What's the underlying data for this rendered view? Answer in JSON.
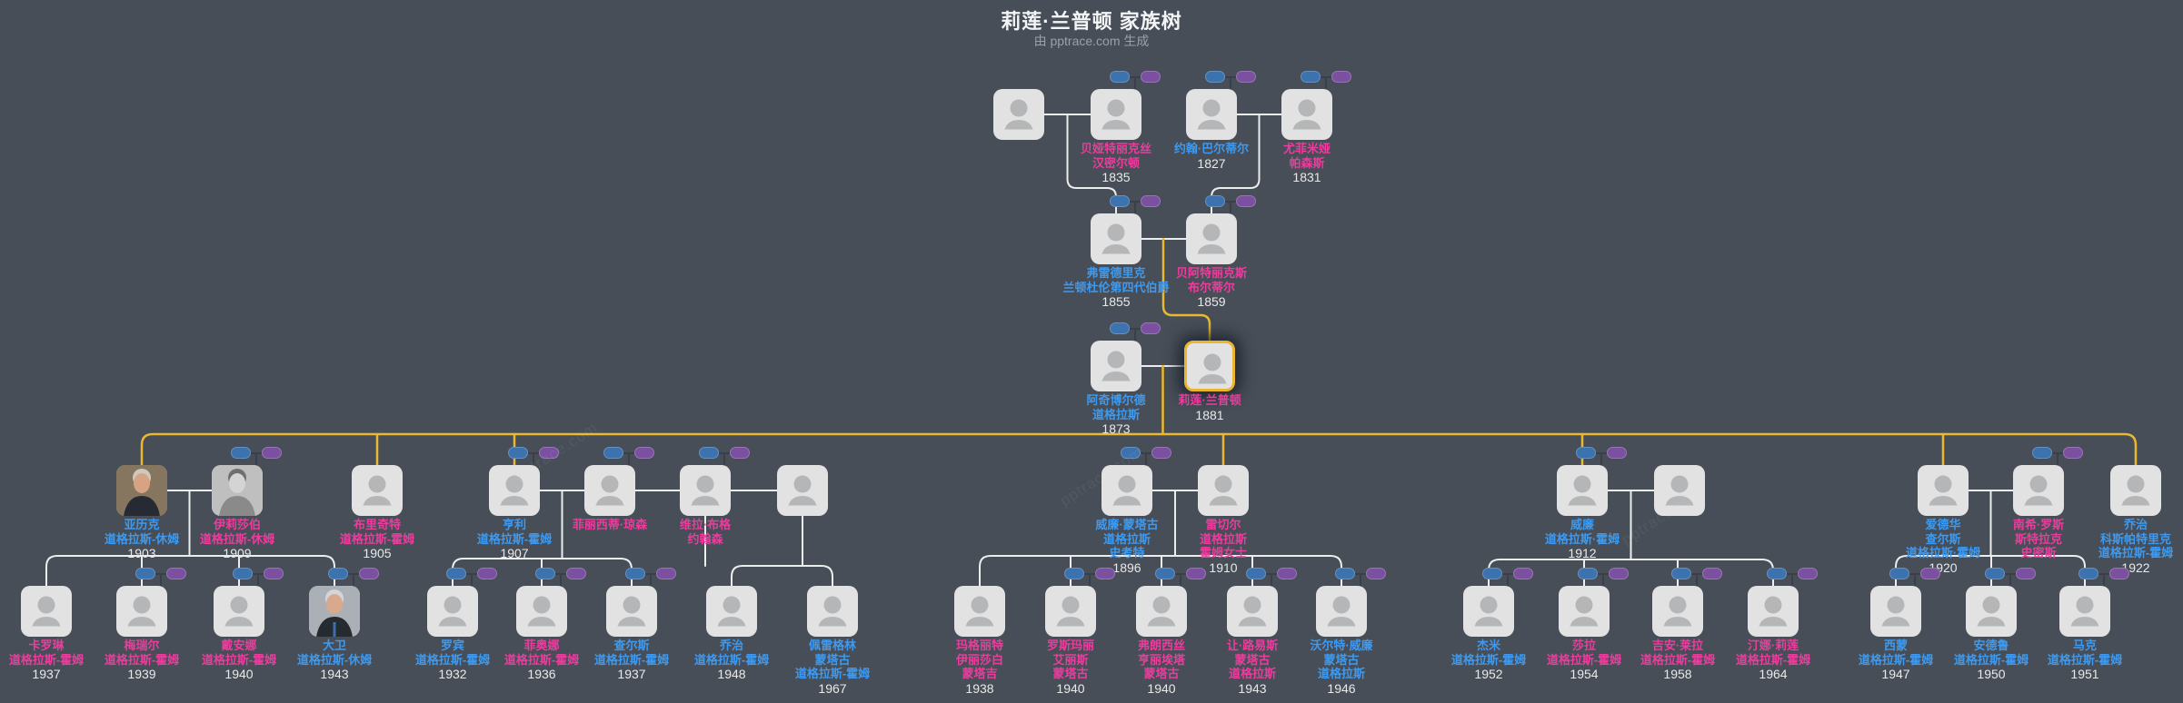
{
  "title": "莉莲·兰普顿 家族树",
  "subtitle": "由 pptrace.com 生成",
  "watermark": "pptrace.com",
  "colors": {
    "background": "#474e57",
    "male_name": "#3d9af0",
    "female_name": "#ea3d9d",
    "year_text": "#e9e9e9",
    "connector_line": "#eceded",
    "lineage_highlight": "#ebb931",
    "root_border": "#ecb52f",
    "father_pill": "#3c72ad",
    "mother_pill": "#7b50a0",
    "person_box": "#e2e2e3"
  },
  "icons": {
    "avatar": "person-silhouette-icon",
    "father_pill": "collapsed-father-pill-icon",
    "mother_pill": "collapsed-mother-pill-icon"
  },
  "tree": {
    "generations": [
      {
        "persons": [
          {
            "id": "g1_spouse",
            "name_lines": [],
            "year": "",
            "gender": "unknown",
            "parents_pills": false,
            "photo": null,
            "root": false
          },
          {
            "id": "beatrix",
            "name_lines": [
              "贝娅特丽克丝",
              "汉密尔顿"
            ],
            "year": "1835",
            "gender": "female",
            "parents_pills": true,
            "photo": null,
            "root": false
          },
          {
            "id": "john",
            "name_lines": [
              "约翰·巴尔蒂尔"
            ],
            "year": "1827",
            "gender": "male",
            "parents_pills": true,
            "photo": null,
            "root": false
          },
          {
            "id": "euphemia",
            "name_lines": [
              "尤菲米娅",
              "帕森斯"
            ],
            "year": "1831",
            "gender": "female",
            "parents_pills": true,
            "photo": null,
            "root": false
          }
        ]
      },
      {
        "persons": [
          {
            "id": "frederick",
            "name_lines": [
              "弗雷德里克",
              "兰顿杜伦第四代伯爵"
            ],
            "year": "1855",
            "gender": "male",
            "parents_pills": true,
            "photo": null,
            "root": false
          },
          {
            "id": "beatrice",
            "name_lines": [
              "贝阿特丽克斯",
              "布尔蒂尔"
            ],
            "year": "1859",
            "gender": "female",
            "parents_pills": true,
            "photo": null,
            "root": false
          }
        ]
      },
      {
        "persons": [
          {
            "id": "archibald",
            "name_lines": [
              "阿奇博尔德",
              "道格拉斯"
            ],
            "year": "1873",
            "gender": "male",
            "parents_pills": true,
            "photo": null,
            "root": false
          },
          {
            "id": "lilian",
            "name_lines": [
              "莉莲·兰普顿"
            ],
            "year": "1881",
            "gender": "female",
            "parents_pills": false,
            "photo": null,
            "root": true
          }
        ]
      },
      {
        "persons": [
          {
            "id": "alec",
            "name_lines": [
              "亚历克",
              "道格拉斯-休姆"
            ],
            "year": "1903",
            "gender": "male",
            "parents_pills": false,
            "photo": "alec",
            "root": false
          },
          {
            "id": "elizabeth",
            "name_lines": [
              "伊莉莎伯",
              "道格拉斯-休姆"
            ],
            "year": "1909",
            "gender": "female",
            "parents_pills": true,
            "photo": "elizabeth",
            "root": false
          },
          {
            "id": "bridget",
            "name_lines": [
              "布里奇特",
              "道格拉斯-霍姆"
            ],
            "year": "1905",
            "gender": "female",
            "parents_pills": false,
            "photo": null,
            "root": false
          },
          {
            "id": "henry",
            "name_lines": [
              "亨利",
              "道格拉斯-霍姆"
            ],
            "year": "1907",
            "gender": "male",
            "parents_pills": true,
            "photo": null,
            "root": false
          },
          {
            "id": "felicity",
            "name_lines": [
              "菲丽西蒂·琼森"
            ],
            "year": "",
            "gender": "female",
            "parents_pills": true,
            "photo": null,
            "root": false
          },
          {
            "id": "vera",
            "name_lines": [
              "维拉·布格",
              "约翰森"
            ],
            "year": "",
            "gender": "female",
            "parents_pills": true,
            "photo": null,
            "root": false
          },
          {
            "id": "g4_spouse2",
            "name_lines": [],
            "year": "",
            "gender": "unknown",
            "parents_pills": false,
            "photo": null,
            "root": false
          },
          {
            "id": "william_m",
            "name_lines": [
              "威廉·蒙塔古",
              "道格拉斯",
              "史考特"
            ],
            "year": "1896",
            "gender": "male",
            "parents_pills": true,
            "photo": null,
            "root": false
          },
          {
            "id": "rachel",
            "name_lines": [
              "雷切尔",
              "道格拉斯",
              "霍姆女士"
            ],
            "year": "1910",
            "gender": "female",
            "parents_pills": false,
            "photo": null,
            "root": false
          },
          {
            "id": "william",
            "name_lines": [
              "威廉",
              "道格拉斯·霍姆"
            ],
            "year": "1912",
            "gender": "male",
            "parents_pills": true,
            "photo": null,
            "root": false
          },
          {
            "id": "g4_spouse3",
            "name_lines": [],
            "year": "",
            "gender": "unknown",
            "parents_pills": false,
            "photo": null,
            "root": false
          },
          {
            "id": "edward",
            "name_lines": [
              "爱德华",
              "查尔斯",
              "道格拉斯·霍姆"
            ],
            "year": "1920",
            "gender": "male",
            "parents_pills": false,
            "photo": null,
            "root": false
          },
          {
            "id": "nancy",
            "name_lines": [
              "南希·罗斯",
              "斯特拉克",
              "史密斯"
            ],
            "year": "",
            "gender": "female",
            "parents_pills": true,
            "photo": null,
            "root": false
          },
          {
            "id": "george22",
            "name_lines": [
              "乔治",
              "科斯帕特里克",
              "道格拉斯-霍姆"
            ],
            "year": "1922",
            "gender": "male",
            "parents_pills": false,
            "photo": null,
            "root": false
          }
        ]
      },
      {
        "persons": [
          {
            "id": "caroline",
            "name_lines": [
              "卡罗琳",
              "道格拉斯-霍姆"
            ],
            "year": "1937",
            "gender": "female",
            "parents_pills": false,
            "photo": null,
            "root": false
          },
          {
            "id": "meriel",
            "name_lines": [
              "梅瑞尔",
              "道格拉斯-霍姆"
            ],
            "year": "1939",
            "gender": "female",
            "parents_pills": true,
            "photo": null,
            "root": false
          },
          {
            "id": "diana",
            "name_lines": [
              "戴安娜",
              "道格拉斯-霍姆"
            ],
            "year": "1940",
            "gender": "female",
            "parents_pills": true,
            "photo": null,
            "root": false
          },
          {
            "id": "david",
            "name_lines": [
              "大卫",
              "道格拉斯-休姆"
            ],
            "year": "1943",
            "gender": "male",
            "parents_pills": true,
            "photo": "david",
            "root": false
          },
          {
            "id": "robin",
            "name_lines": [
              "罗宾",
              "道格拉斯-霍姆"
            ],
            "year": "1932",
            "gender": "male",
            "parents_pills": true,
            "photo": null,
            "root": false
          },
          {
            "id": "fiona",
            "name_lines": [
              "菲奥娜",
              "道格拉斯-霍姆"
            ],
            "year": "1936",
            "gender": "female",
            "parents_pills": true,
            "photo": null,
            "root": false
          },
          {
            "id": "charles",
            "name_lines": [
              "查尔斯",
              "道格拉斯-霍姆"
            ],
            "year": "1937",
            "gender": "male",
            "parents_pills": true,
            "photo": null,
            "root": false
          },
          {
            "id": "george48",
            "name_lines": [
              "乔治",
              "道格拉斯-霍姆"
            ],
            "year": "1948",
            "gender": "male",
            "parents_pills": false,
            "photo": null,
            "root": false
          },
          {
            "id": "peregrine",
            "name_lines": [
              "佩雷格林",
              "蒙塔古",
              "道格拉斯-霍姆"
            ],
            "year": "1967",
            "gender": "male",
            "parents_pills": false,
            "photo": null,
            "root": false
          },
          {
            "id": "margaret",
            "name_lines": [
              "玛格丽特",
              "伊丽莎白",
              "蒙塔吉"
            ],
            "year": "1938",
            "gender": "female",
            "parents_pills": false,
            "photo": null,
            "root": false
          },
          {
            "id": "rosemary",
            "name_lines": [
              "罗斯玛丽",
              "艾丽斯",
              "蒙塔古"
            ],
            "year": "1940",
            "gender": "female",
            "parents_pills": true,
            "photo": null,
            "root": false
          },
          {
            "id": "frances",
            "name_lines": [
              "弗朗西丝",
              "亨丽埃塔",
              "蒙塔古"
            ],
            "year": "1940",
            "gender": "female",
            "parents_pills": true,
            "photo": null,
            "root": false
          },
          {
            "id": "jean",
            "name_lines": [
              "让·路易斯",
              "蒙塔古",
              "道格拉斯"
            ],
            "year": "1943",
            "gender": "female",
            "parents_pills": true,
            "photo": null,
            "root": false
          },
          {
            "id": "walter",
            "name_lines": [
              "沃尔特·威廉",
              "蒙塔古",
              "道格拉斯"
            ],
            "year": "1946",
            "gender": "male",
            "parents_pills": true,
            "photo": null,
            "root": false
          },
          {
            "id": "jamie",
            "name_lines": [
              "杰米",
              "道格拉斯-霍姆"
            ],
            "year": "1952",
            "gender": "male",
            "parents_pills": true,
            "photo": null,
            "root": false
          },
          {
            "id": "sarah",
            "name_lines": [
              "莎拉",
              "道格拉斯-霍姆"
            ],
            "year": "1954",
            "gender": "female",
            "parents_pills": true,
            "photo": null,
            "root": false
          },
          {
            "id": "gian",
            "name_lines": [
              "吉安·莱拉",
              "道格拉斯-霍姆"
            ],
            "year": "1958",
            "gender": "female",
            "parents_pills": true,
            "photo": null,
            "root": false
          },
          {
            "id": "tina",
            "name_lines": [
              "汀娜·莉莲",
              "道格拉斯-霍姆"
            ],
            "year": "1964",
            "gender": "female",
            "parents_pills": true,
            "photo": null,
            "root": false
          },
          {
            "id": "simon",
            "name_lines": [
              "西蒙",
              "道格拉斯-霍姆"
            ],
            "year": "1947",
            "gender": "male",
            "parents_pills": true,
            "photo": null,
            "root": false
          },
          {
            "id": "andrew",
            "name_lines": [
              "安德鲁",
              "道格拉斯-霍姆"
            ],
            "year": "1950",
            "gender": "male",
            "parents_pills": true,
            "photo": null,
            "root": false
          },
          {
            "id": "mark",
            "name_lines": [
              "马克",
              "道格拉斯-霍姆"
            ],
            "year": "1951",
            "gender": "male",
            "parents_pills": true,
            "photo": null,
            "root": false
          }
        ]
      }
    ],
    "couples": [
      [
        "g1_spouse",
        "beatrix"
      ],
      [
        "john",
        "euphemia"
      ],
      [
        "frederick",
        "beatrice"
      ],
      [
        "archibald",
        "lilian"
      ],
      [
        "alec",
        "elizabeth"
      ],
      [
        "henry",
        "felicity"
      ],
      [
        "felicity",
        "vera"
      ],
      [
        "vera",
        "g4_spouse2"
      ],
      [
        "william_m",
        "rachel"
      ],
      [
        "william",
        "g4_spouse3"
      ],
      [
        "edward",
        "nancy"
      ]
    ],
    "families": [
      {
        "parents": [
          "g1_spouse",
          "beatrix"
        ],
        "children": [
          "frederick"
        ],
        "highlight": false
      },
      {
        "parents": [
          "john",
          "euphemia"
        ],
        "children": [
          "beatrice"
        ],
        "highlight": false
      },
      {
        "parents": [
          "frederick",
          "beatrice"
        ],
        "children": [
          "lilian"
        ],
        "highlight": true
      },
      {
        "parents": [
          "archibald",
          "lilian"
        ],
        "children": [
          "alec",
          "bridget",
          "henry",
          "rachel",
          "william",
          "edward",
          "george22"
        ],
        "highlight": true
      },
      {
        "parents": [
          "alec",
          "elizabeth"
        ],
        "children": [
          "caroline",
          "meriel",
          "diana",
          "david"
        ],
        "highlight": false
      },
      {
        "parents": [
          "henry",
          "felicity"
        ],
        "children": [
          "robin",
          "fiona",
          "charles"
        ],
        "highlight": false
      },
      {
        "parents": [
          "vera",
          "g4_spouse2"
        ],
        "children": [
          "george48",
          "peregrine"
        ],
        "highlight": false
      },
      {
        "parents": [
          "william_m",
          "rachel"
        ],
        "children": [
          "margaret",
          "rosemary",
          "frances",
          "jean",
          "walter"
        ],
        "highlight": false
      },
      {
        "parents": [
          "william",
          "g4_spouse3"
        ],
        "children": [
          "jamie",
          "sarah",
          "gian",
          "tina"
        ],
        "highlight": false
      },
      {
        "parents": [
          "edward",
          "nancy"
        ],
        "children": [
          "simon",
          "andrew",
          "mark"
        ],
        "highlight": false
      }
    ]
  }
}
